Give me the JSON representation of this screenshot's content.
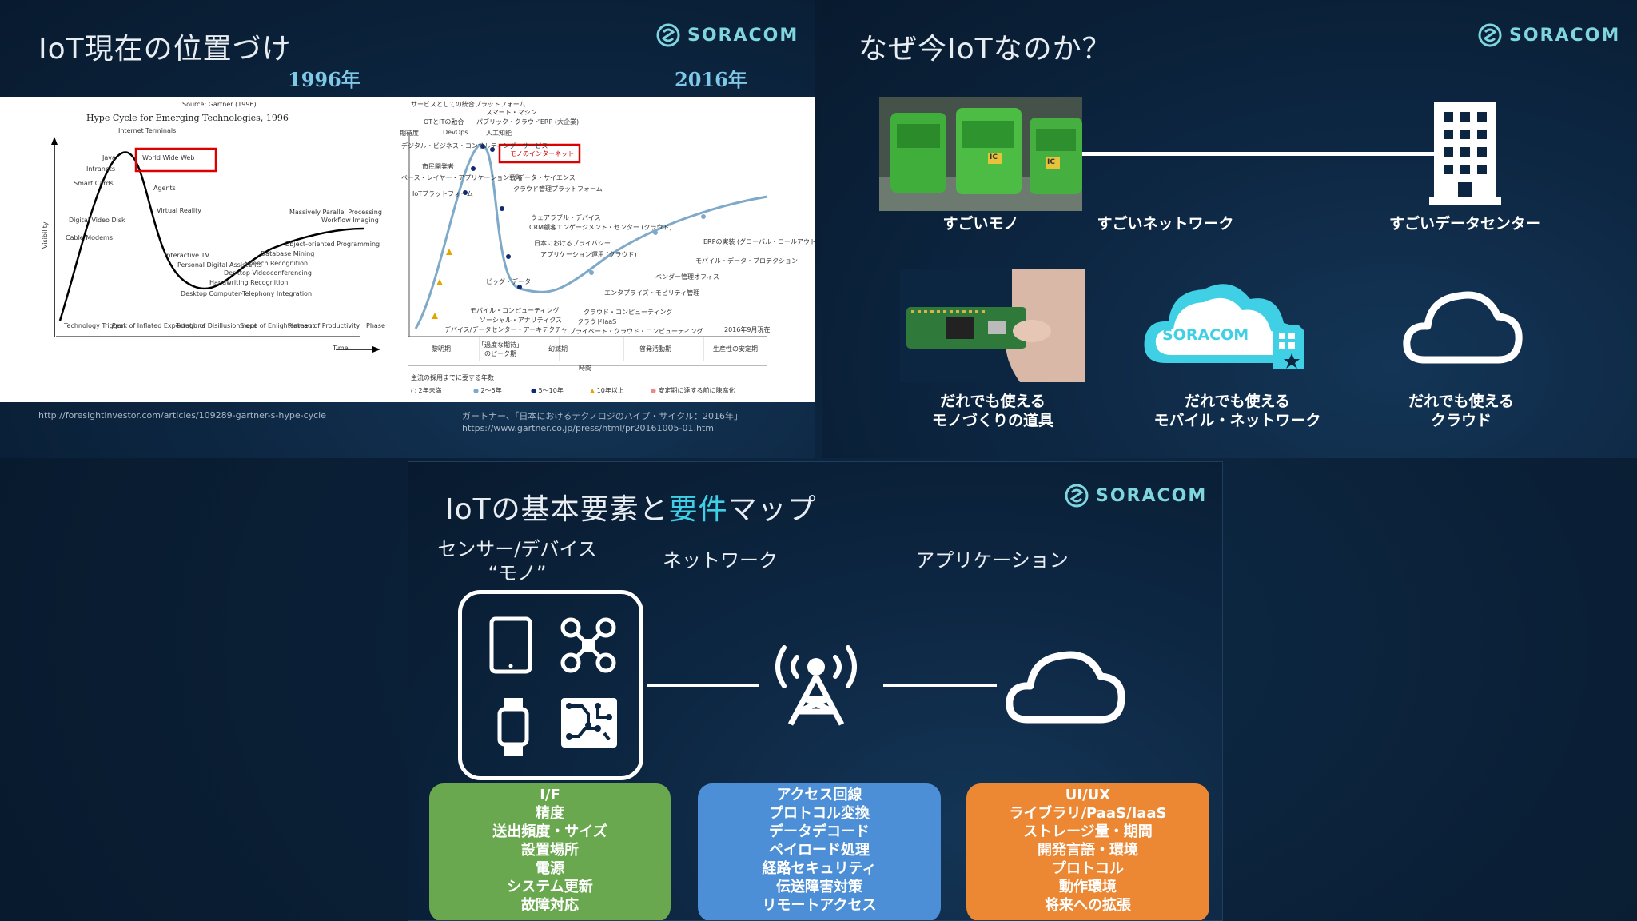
{
  "brand": {
    "name": "SORACOM"
  },
  "slide_history": {
    "title": "IoT現在の位置づけ",
    "year_left": "1996年",
    "year_right": "2016年",
    "chart_1996": {
      "source_note": "Source: Gartner (1996)",
      "title": "Hype Cycle for Emerging Technologies, 1996",
      "labels": [
        "Internet Terminals",
        "Java",
        "Intranets",
        "Smart Cards",
        "Agents",
        "Virtual Reality",
        "Digital Video Disk",
        "Cable Modems",
        "Interactive TV",
        "Personal Digital Assistants",
        "Handwriting Recognition",
        "Speech Recognition",
        "Desktop Videoconferencing",
        "Database Mining",
        "Object-oriented Programming",
        "Massively Parallel Processing",
        "Workflow Imaging",
        "Desktop Computer-Telephony Integration"
      ],
      "highlight": "World Wide Web",
      "phases": [
        "Technology Trigger",
        "Peak of Inflated Expectations",
        "Trough of Disillusionment",
        "Slope of Enlightenment",
        "Plateau of Productivity"
      ],
      "phase_label": "Phase",
      "y_axis": "Visibility",
      "x_axis": "Time"
    },
    "chart_2016": {
      "highlight": "モノのインターネット",
      "labels": [
        "サービスとしての統合プラットフォーム",
        "スマート・マシン",
        "パブリック・クラウドERP (大企業)",
        "OTとITの融合",
        "DevOps",
        "人工知能",
        "デジタル・ビジネス・コンサルティング・サービス",
        "市民開発者",
        "ベース・レイヤー・アプリケーション戦略",
        "IoTプラットフォーム",
        "データ・サイエンス",
        "クラウド管理プラットフォーム",
        "ウェアラブル・デバイス",
        "CRM顧客エンゲージメント・センター (クラウド)",
        "日本におけるプライバシー",
        "アプリケーション運用 (クラウド)",
        "ERPの実装 (グローバル・ロールアウト)",
        "モバイル・データ・プロテクション",
        "ベンダー管理オフィス",
        "エンタプライズ・モビリティ管理",
        "ビッグ・データ",
        "モバイル・コンピューティング",
        "ソーシャル・アナリティクス",
        "デバイス/データセンター・アーキテクチャ",
        "クラウド・コンピューティング",
        "クラウドIaaS",
        "プライベート・クラウド・コンピューティング"
      ],
      "phases": [
        "黎明期",
        "「過度な期待」のピーク期",
        "幻滅期",
        "啓発活動期",
        "生産性の安定期"
      ],
      "y_axis": "期待度",
      "x_axis": "時間",
      "date_note": "2016年9月現在",
      "legend_title": "主流の採用までに要する年数",
      "legend": [
        "2年未満",
        "2〜5年",
        "5〜10年",
        "10年以上",
        "安定期に達する前に陳腐化"
      ]
    },
    "source_left": "http://foresightinvestor.com/articles/109289-gartner-s-hype-cycle",
    "source_right_1": "ガートナー、「日本におけるテクノロジのハイプ・サイクル：2016年」",
    "source_right_2": "https://www.gartner.co.jp/press/html/pr20161005-01.html"
  },
  "slide_why": {
    "title": "なぜ今IoTなのか？",
    "items": [
      {
        "caption": "すごいモノ"
      },
      {
        "caption": "すごいネットワーク"
      },
      {
        "caption": "すごいデータセンター"
      },
      {
        "caption_1": "だれでも使える",
        "caption_2": "モノづくりの道具"
      },
      {
        "caption_1": "だれでも使える",
        "caption_2": "モバイル・ネットワーク"
      },
      {
        "caption_1": "だれでも使える",
        "caption_2": "クラウド"
      }
    ],
    "gate_badge": "IC",
    "cloud_logo": "SORACOM"
  },
  "slide_map": {
    "title_part1": "IoTの基本要素と",
    "title_highlight": "要件",
    "title_part2": "マップ",
    "columns": [
      {
        "head_1": "センサー/デバイス",
        "head_2": "“モノ”",
        "color": "#6aa84f",
        "items": [
          "I/F",
          "精度",
          "送出頻度・サイズ",
          "設置場所",
          "電源",
          "システム更新",
          "故障対応"
        ]
      },
      {
        "head_1": "ネットワーク",
        "color": "#4d8fd6",
        "items": [
          "アクセス回線",
          "プロトコル変換",
          "データデコード",
          "ペイロード処理",
          "経路セキュリティ",
          "伝送障害対策",
          "リモートアクセス"
        ]
      },
      {
        "head_1": "アプリケーション",
        "color": "#ec8734",
        "items": [
          "UI/UX",
          "ライブラリ/PaaS/IaaS",
          "ストレージ量・期間",
          "開発言語・環境",
          "プロトコル",
          "動作環境",
          "将来への拡張"
        ]
      }
    ]
  },
  "icons": [
    "soracom-logo-icon",
    "building-icon",
    "cloud-icon",
    "tablet-icon",
    "drone-icon",
    "watch-icon",
    "chip-icon",
    "antenna-tower-icon",
    "sim-card-icon"
  ]
}
